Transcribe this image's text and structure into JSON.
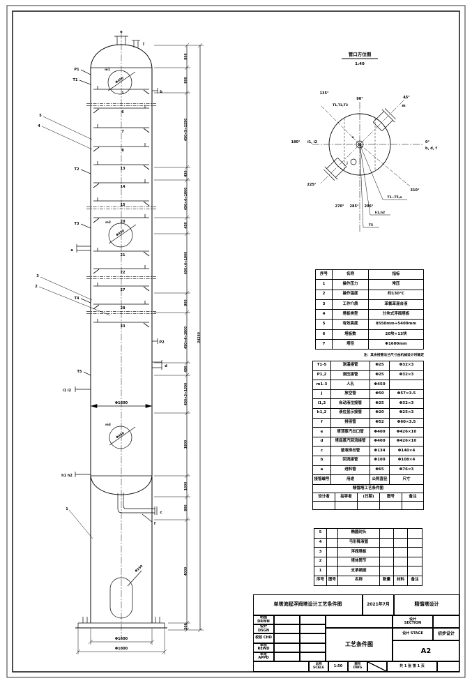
{
  "orientation": {
    "title": "管口方位图",
    "scale": "1:40",
    "labels": {
      "a90": "90°",
      "a45": "45°",
      "a0": "0°",
      "a0_noz": "b, d, f",
      "a310": "310°",
      "a295": "295°",
      "a285": "285°",
      "a270": "270°",
      "a225": "225°",
      "a180": "180°",
      "a180_noz": "i1, i2",
      "a135": "135°",
      "l135": "T1,T2,T3",
      "l45": "m",
      "center": "e",
      "j": "j",
      "lb1": "T1~T5,a",
      "lb2": "h1,h2",
      "lb3": "T5"
    }
  },
  "elevation": {
    "trays": [
      "1",
      "6",
      "7",
      "8",
      "13",
      "14",
      "15",
      "20",
      "21",
      "22",
      "27",
      "28",
      "33"
    ],
    "nozzles": {
      "e": "e",
      "j": "j",
      "b": "b",
      "a": "a",
      "d": "d",
      "c": "c",
      "f": "f",
      "p1": "P1",
      "t1": "T1",
      "t2": "T2",
      "t3": "T3",
      "t4": "T4",
      "t5": "T5",
      "p2": "P2",
      "i": "i1 i2",
      "h": "h1 h2",
      "m1": "m1",
      "m2": "m2",
      "m3": "m3"
    },
    "manhole_dia": "Φ450",
    "skirt_access": "Φ250",
    "balloons": [
      "5",
      "4",
      "3",
      "2",
      "1"
    ],
    "dims": {
      "chain": [
        "800",
        "800",
        "450×5=2250",
        "450",
        "450×4=1800",
        "450",
        "450×4=1800",
        "800",
        "450×4=1800",
        "450",
        "450×3=1350",
        "1800",
        "1000",
        "800",
        "4000",
        "200"
      ],
      "overall": "24250",
      "shell_dia": "Φ1600",
      "base_dia1": "Φ1600",
      "base_dia2": "Φ1800"
    }
  },
  "process_table": {
    "rows": [
      [
        "序号",
        "名称",
        "指标"
      ],
      [
        "1",
        "操作压力",
        "常压"
      ],
      [
        "2",
        "操作温度",
        "约130°C"
      ],
      [
        "3",
        "工作介质",
        "苯氯苯混合液"
      ],
      [
        "4",
        "塔板类型",
        "分块式浮阀塔板"
      ],
      [
        "5",
        "有效高度",
        "8550mm+5400mm"
      ],
      [
        "6",
        "塔板数",
        "20块+13块"
      ],
      [
        "7",
        "塔径",
        "Φ1600mm"
      ]
    ]
  },
  "nozzle_note": "注：其余接管法兰尺寸由机械设计时确定",
  "nozzle_table": {
    "rows": [
      [
        "T1-5",
        "测温接管",
        "Φ25",
        "Φ32×3"
      ],
      [
        "P1,2",
        "测压接管",
        "Φ25",
        "Φ32×3"
      ],
      [
        "m1-3",
        "人孔",
        "Φ450",
        ""
      ],
      [
        "j",
        "放空管",
        "Φ50",
        "Φ57×3.5"
      ],
      [
        "i1,2",
        "自动液位接管",
        "Φ25",
        "Φ32×3"
      ],
      [
        "h1,2",
        "液位显示接管",
        "Φ20",
        "Φ25×3"
      ],
      [
        "f",
        "排液管",
        "Φ52",
        "Φ60×3.5"
      ],
      [
        "e",
        "塔顶蒸汽出口管",
        "Φ400",
        "Φ426×10"
      ],
      [
        "d",
        "塔底蒸汽回流接管",
        "Φ400",
        "Φ426×10"
      ],
      [
        "c",
        "釜液排出管",
        "Φ134",
        "Φ140×4"
      ],
      [
        "b",
        "回流接管",
        "Φ100",
        "Φ108×4"
      ],
      [
        "a",
        "进料管",
        "Φ65",
        "Φ76×3"
      ],
      [
        "接管编号",
        "用途",
        "公称直径",
        "尺寸"
      ]
    ]
  },
  "nozzle_sig": {
    "caption": "精馏塔工艺条件图",
    "headers": [
      "设计者",
      "指导者",
      "(日期)",
      "图号",
      "备注"
    ]
  },
  "bom_table": {
    "rows": [
      [
        "5",
        "",
        "椭圆封头",
        "",
        "",
        ""
      ],
      [
        "4",
        "",
        "弓形降液管",
        "",
        "",
        ""
      ],
      [
        "3",
        "",
        "浮阀塔板",
        "",
        "",
        ""
      ],
      [
        "2",
        "",
        "塔体筒节",
        "",
        "",
        ""
      ],
      [
        "1",
        "",
        "支承裙座",
        "",
        "",
        ""
      ],
      [
        "序号",
        "图号",
        "名称",
        "数量",
        "材料",
        "备注"
      ]
    ]
  },
  "title_block": {
    "main_title": "单塔流程浮阀塔设计工艺条件图",
    "date": "2021年7月",
    "project": "精馏塔设计",
    "roles": [
      "制图\nDRWN",
      "设计\nDSGN",
      "校核 CHD",
      "审核 REWD",
      "审定\nAPPD"
    ],
    "caption": "工艺条件图",
    "section_label": "设计\nSECTION",
    "stage_label": "设计 STAGE",
    "stage_value": "初步设计",
    "sheet_size": "A2",
    "scale_label": "比例\nSCALE",
    "scale_value": "1:50",
    "dwg_label": "图号\nDWG",
    "pages": "共 1 张  第 1 页"
  }
}
